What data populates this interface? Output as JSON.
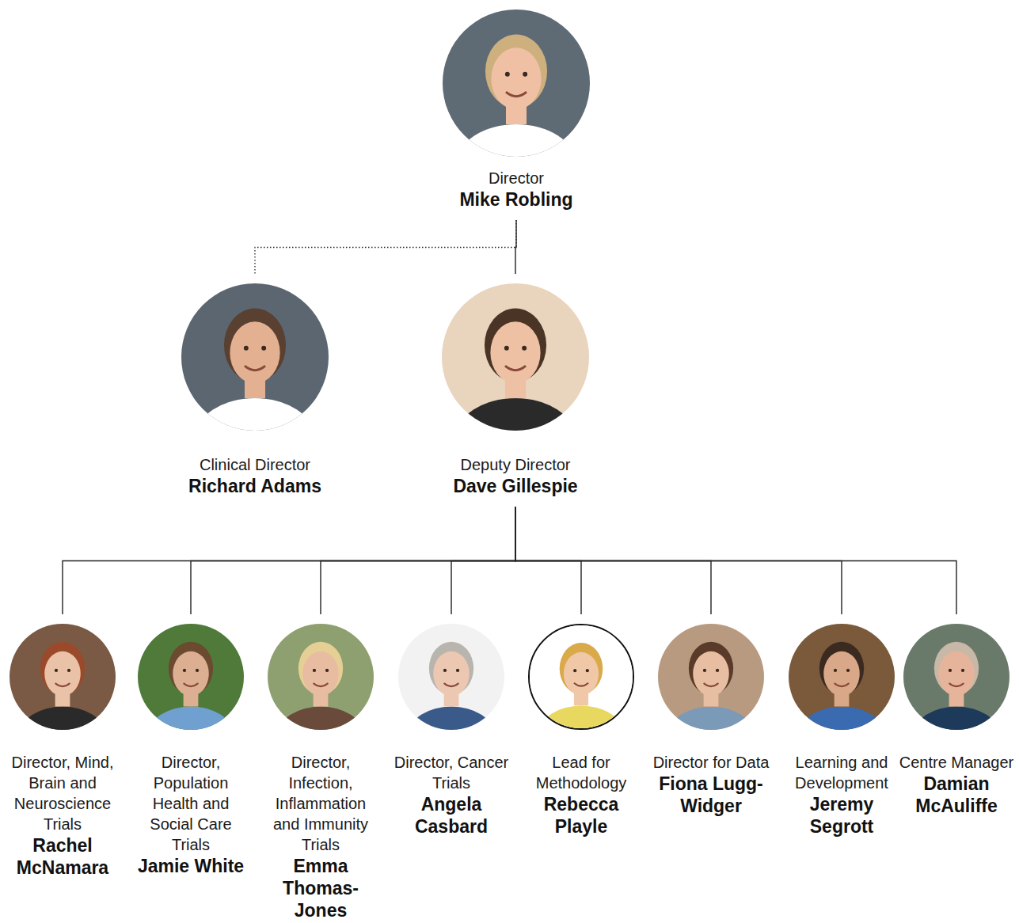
{
  "diagram": {
    "nodes": [
      {
        "text": [
          "Director",
          "Mike Robling"
        ]
      },
      {
        "text": [
          "Clinical Director",
          "Richard Adams"
        ]
      },
      {
        "text": [
          "Deputy Director",
          "Dave Gillespie"
        ]
      },
      {
        "text": [
          "Director, Mind, Brain and Neuroscience Trials",
          "Rachel McNamara"
        ]
      },
      {
        "text": [
          "Director, Population Health and Social Care Trials",
          "Jamie White"
        ]
      },
      {
        "text": [
          "Director, Infection, Inflammation and Immunity Trials",
          "Emma Thomas-Jones"
        ]
      },
      {
        "text": [
          "Director, Cancer Trials",
          "Angela Casbard"
        ]
      },
      {
        "text": [
          "Lead for Methodology",
          "Rebecca Playle"
        ]
      },
      {
        "text": [
          "Director for Data",
          "Fiona Lugg-Widger"
        ]
      },
      {
        "text": [
          "Learning and Development",
          "Jeremy Segrott"
        ]
      },
      {
        "text": [
          "Centre Manager",
          "Damian McAuliffe"
        ]
      }
    ],
    "edges": [
      {
        "from": 0,
        "to": 1,
        "arrow": "none"
      },
      {
        "from": 0,
        "to": 2,
        "arrow": "none"
      },
      {
        "from": 2,
        "to": 3,
        "arrow": "none"
      },
      {
        "from": 2,
        "to": 4,
        "arrow": "none"
      },
      {
        "from": 2,
        "to": 5,
        "arrow": "none"
      },
      {
        "from": 2,
        "to": 6,
        "arrow": "none"
      },
      {
        "from": 2,
        "to": 7,
        "arrow": "none"
      },
      {
        "from": 2,
        "to": 8,
        "arrow": "none"
      },
      {
        "from": 2,
        "to": 9,
        "arrow": "none"
      },
      {
        "from": 2,
        "to": 10,
        "arrow": "none"
      }
    ]
  }
}
